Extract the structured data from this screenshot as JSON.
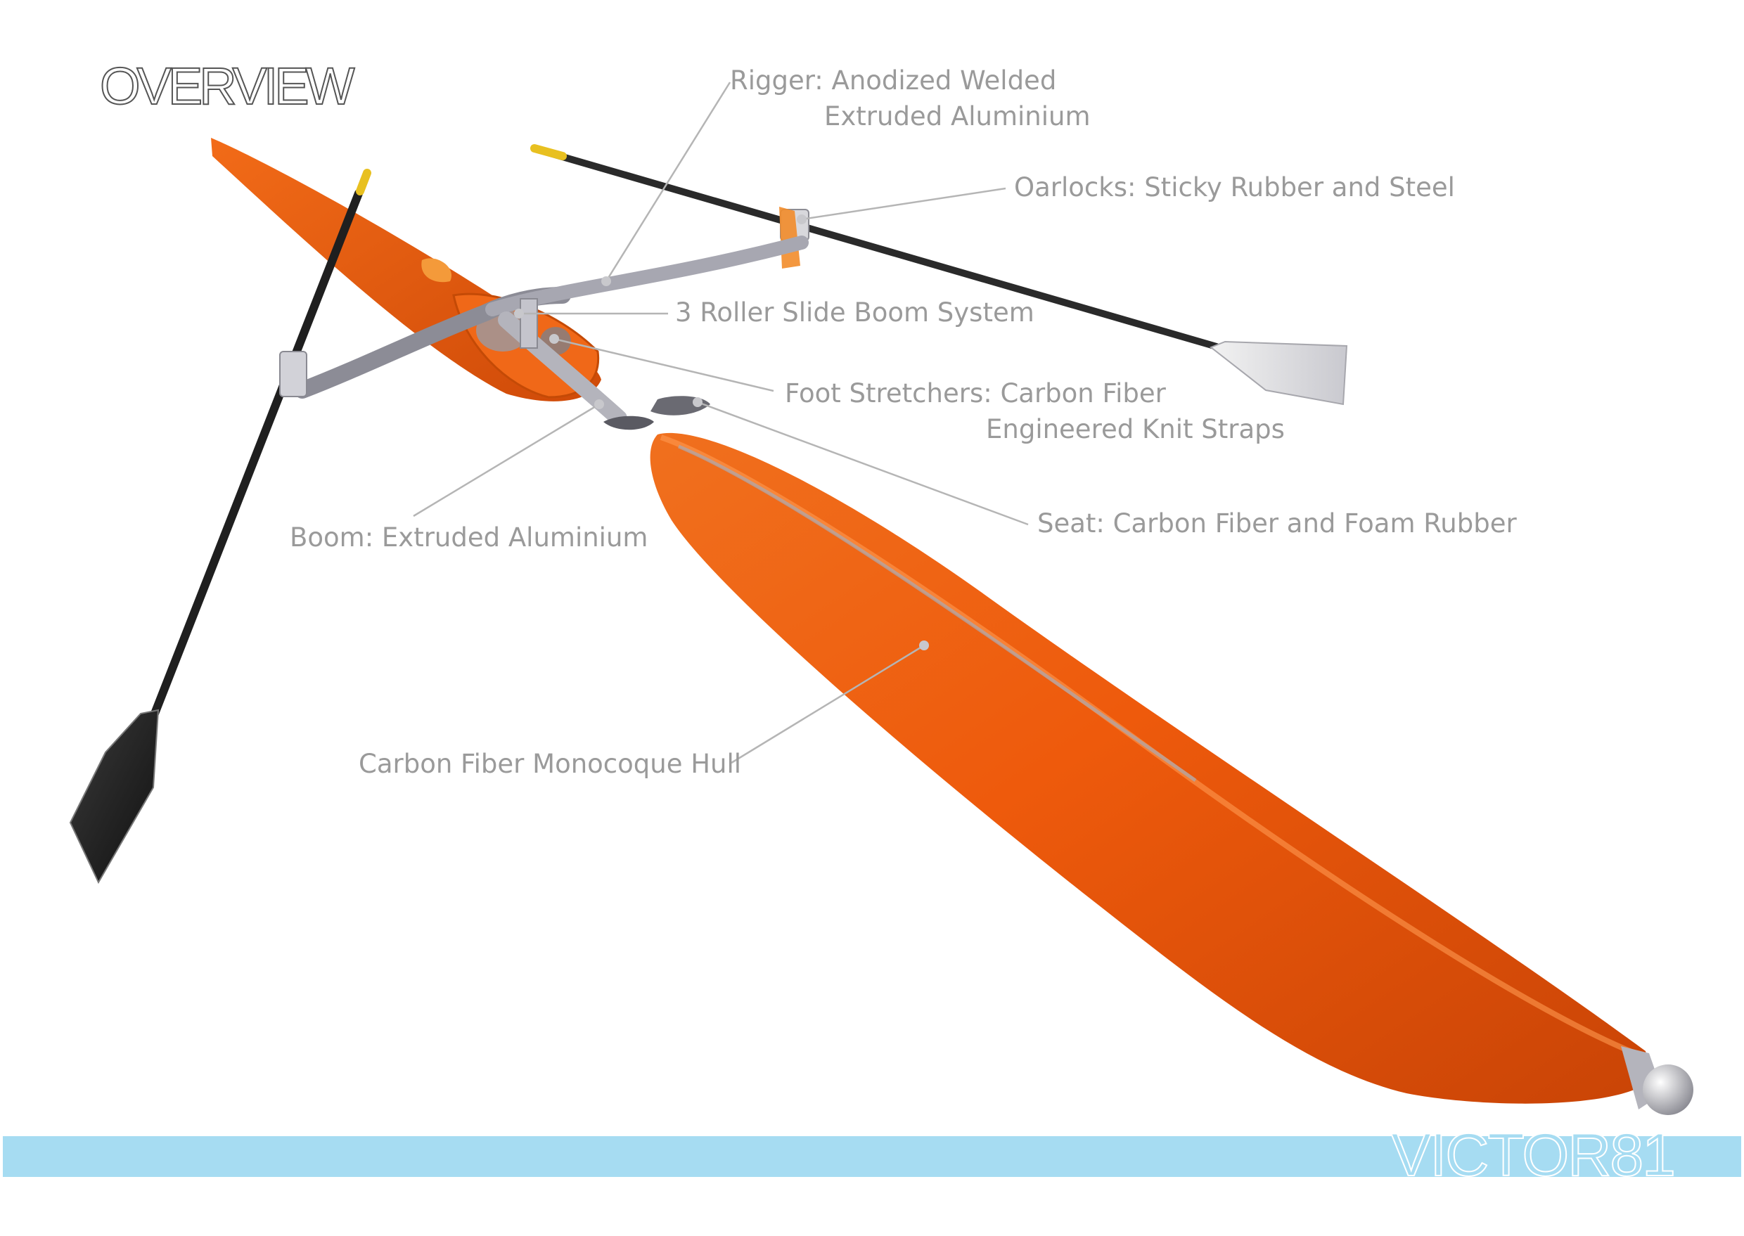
{
  "page": {
    "title": "OVERVIEW",
    "brand": "VICTOR81"
  },
  "colors": {
    "hull_orange": "#ee5a0c",
    "hull_highlight": "#ff8a3a",
    "aluminium": "#b4b4bc",
    "oar_shaft": "#2a2a2a",
    "oar_tip_yellow": "#e8c020",
    "footer_bar": "#a6dcf2",
    "label_text": "#9a9a9a",
    "leader_line": "#b5b5b5"
  },
  "callouts": [
    {
      "id": "rigger",
      "lines": [
        "Rigger: Anodized Welded",
        "Extruded Aluminium"
      ]
    },
    {
      "id": "oarlocks",
      "lines": [
        "Oarlocks: Sticky Rubber and Steel"
      ]
    },
    {
      "id": "roller",
      "lines": [
        "3 Roller Slide Boom System"
      ]
    },
    {
      "id": "foot",
      "lines": [
        "Foot Stretchers: Carbon Fiber",
        "Engineered Knit Straps"
      ]
    },
    {
      "id": "seat",
      "lines": [
        "Seat: Carbon Fiber and Foam Rubber"
      ]
    },
    {
      "id": "boom",
      "lines": [
        "Boom: Extruded Aluminium"
      ]
    },
    {
      "id": "hull",
      "lines": [
        "Carbon Fiber Monocoque Hull"
      ]
    }
  ]
}
